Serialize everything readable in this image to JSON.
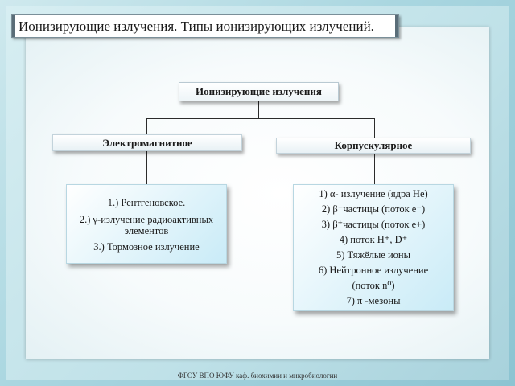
{
  "slide": {
    "title": "Ионизирующие излучения. Типы ионизирующих излучений.",
    "footer": "ФГОУ ВПО ЮФУ  каф. биохимии и микробиологии"
  },
  "diagram": {
    "root": "Ионизирующие излучения",
    "left_category": "Электромагнитное",
    "right_category": "Корпускулярное",
    "left_items": [
      "1.) Рентгеновское.",
      "2.) γ-излучение радиоактивных",
      "элементов",
      "3.) Тормозное излучение"
    ],
    "right_items": [
      "1) α- излучение (ядра He)",
      "2) β⁻частицы (поток e⁻)",
      "3) β⁺частицы (поток e+)",
      "4) поток H⁺, D⁺",
      "5) Тяжёлые ионы",
      "6) Нейтронное излучение",
      "(поток n⁰)",
      "7) π -мезоны"
    ]
  }
}
